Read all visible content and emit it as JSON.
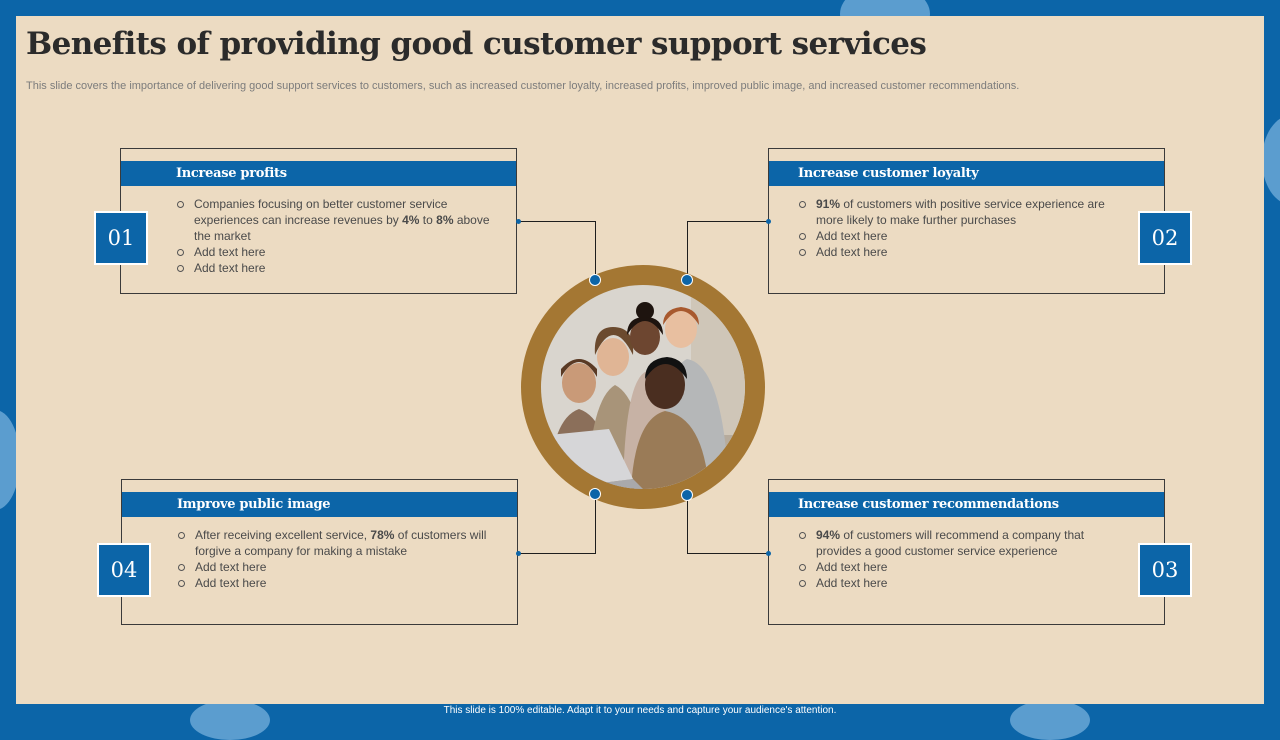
{
  "title": "Benefits of providing good customer support services",
  "subtitle": "This slide covers the importance of delivering good support services to customers, such as increased customer loyalty, increased profits, improved public image, and increased customer recommendations.",
  "cards": [
    {
      "number": "01",
      "heading": "Increase profits",
      "bullets": [
        {
          "pre": "Companies focusing on better customer service experiences can increase revenues  by ",
          "b1": "4%",
          "mid": " to ",
          "b2": "8%",
          "post": " above  the market"
        },
        {
          "text": "Add text here"
        },
        {
          "text": "Add text here"
        }
      ]
    },
    {
      "number": "02",
      "heading": "Increase customer loyalty",
      "bullets": [
        {
          "b1": "91%",
          "post": " of customers with positive  service  experience are more likely to make further  purchases"
        },
        {
          "text": "Add text here"
        },
        {
          "text": "Add text here"
        }
      ]
    },
    {
      "number": "03",
      "heading": "Increase customer recommendations",
      "bullets": [
        {
          "b1": "94%",
          "post": " of customers will recommend  a company  that provides  a good customer service  experience"
        },
        {
          "text": "Add text here"
        },
        {
          "text": "Add text here"
        }
      ]
    },
    {
      "number": "04",
      "heading": "Improve public image",
      "bullets": [
        {
          "pre": "After receiving excellent service, ",
          "b1": "78%",
          "post": " of customers will forgive  a company for making a mistake"
        },
        {
          "text": "Add text here"
        },
        {
          "text": "Add text here"
        }
      ]
    }
  ],
  "footer": "This slide is 100% editable.  Adapt it to your needs and capture your audience's attention.",
  "colors": {
    "accent": "#0c65a8",
    "background": "#ecdbc2",
    "frame": "#0c65a8",
    "ring": "#a47733"
  }
}
